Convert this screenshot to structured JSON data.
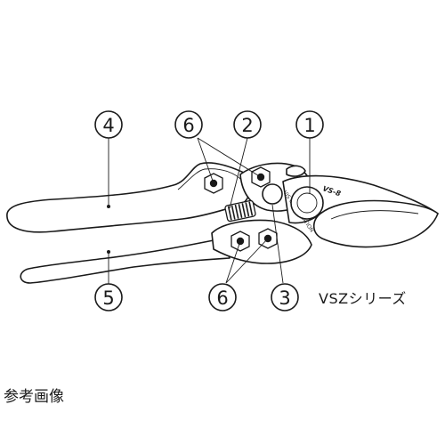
{
  "callouts": [
    {
      "id": "1",
      "label": "1"
    },
    {
      "id": "2",
      "label": "2"
    },
    {
      "id": "3",
      "label": "3"
    },
    {
      "id": "4",
      "label": "4"
    },
    {
      "id": "5",
      "label": "5"
    },
    {
      "id": "6a",
      "label": "6"
    },
    {
      "id": "6b",
      "label": "6"
    }
  ],
  "series_label": "VSZシリーズ",
  "caption": "参考画像",
  "engraving": {
    "model": "VS-8",
    "maker": "VIS CORPORATION"
  }
}
